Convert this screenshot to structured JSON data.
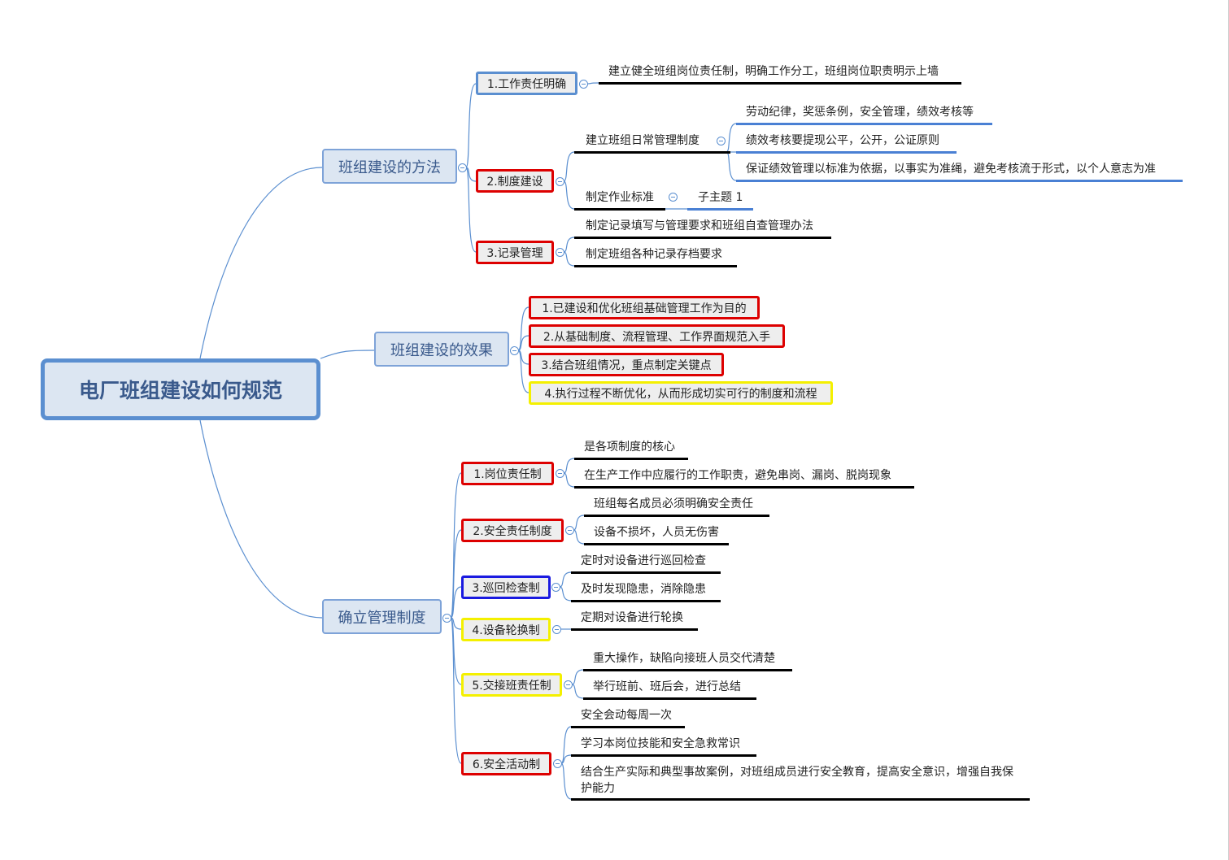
{
  "root": "电厂班组建设如何规范",
  "methods": {
    "title": "班组建设的方法",
    "subs": [
      {
        "label": "1.工作责任明确",
        "leaves": [
          "建立健全班组岗位责任制，明确工作分工，班组岗位职责明示上墙"
        ]
      },
      {
        "label": "2.制度建设",
        "daily": {
          "label": "建立班组日常管理制度",
          "leaves": [
            "劳动纪律，奖惩条例，安全管理，绩效考核等",
            "绩效考核要提现公平，公开，公证原则",
            "保证绩效管理以标准为依据，以事实为准绳，避免考核流于形式，以个人意志为准"
          ]
        },
        "standard": {
          "label": "制定作业标准",
          "leaves": [
            "子主题 1"
          ]
        }
      },
      {
        "label": "3.记录管理",
        "leaves": [
          "制定记录填写与管理要求和班组自查管理办法",
          "制定班组各种记录存档要求"
        ]
      }
    ]
  },
  "effects": {
    "title": "班组建设的效果",
    "items": [
      "1.已建设和优化班组基础管理工作为目的",
      "2.从基础制度、流程管理、工作界面规范入手",
      "3.结合班组情况，重点制定关键点",
      "4.执行过程不断优化，从而形成切实可行的制度和流程"
    ]
  },
  "rules": {
    "title": "确立管理制度",
    "subs": [
      {
        "label": "1.岗位责任制",
        "leaves": [
          "是各项制度的核心",
          "在生产工作中应履行的工作职责，避免串岗、漏岗、脱岗现象"
        ]
      },
      {
        "label": "2.安全责任制度",
        "leaves": [
          "班组每名成员必须明确安全责任",
          "设备不损坏，人员无伤害"
        ]
      },
      {
        "label": "3.巡回检查制",
        "leaves": [
          "定时对设备进行巡回检查",
          "及时发现隐患，消除隐患"
        ]
      },
      {
        "label": "4.设备轮换制",
        "leaves": [
          "定期对设备进行轮换"
        ]
      },
      {
        "label": "5.交接班责任制",
        "leaves": [
          "重大操作，缺陷向接班人员交代清楚",
          "举行班前、班后会，进行总结"
        ]
      },
      {
        "label": "6.安全活动制",
        "leaves": [
          "安全会动每周一次",
          "学习本岗位技能和安全急救常识",
          "结合生产实际和典型事故案例，对班组成员进行安全教育，提高安全意识，增强自我保护能力"
        ]
      }
    ]
  },
  "colors": {
    "line": "#5b8fd0",
    "red": "#dd0000",
    "blue": "#1a1ae0",
    "yellow": "#f4f000"
  }
}
